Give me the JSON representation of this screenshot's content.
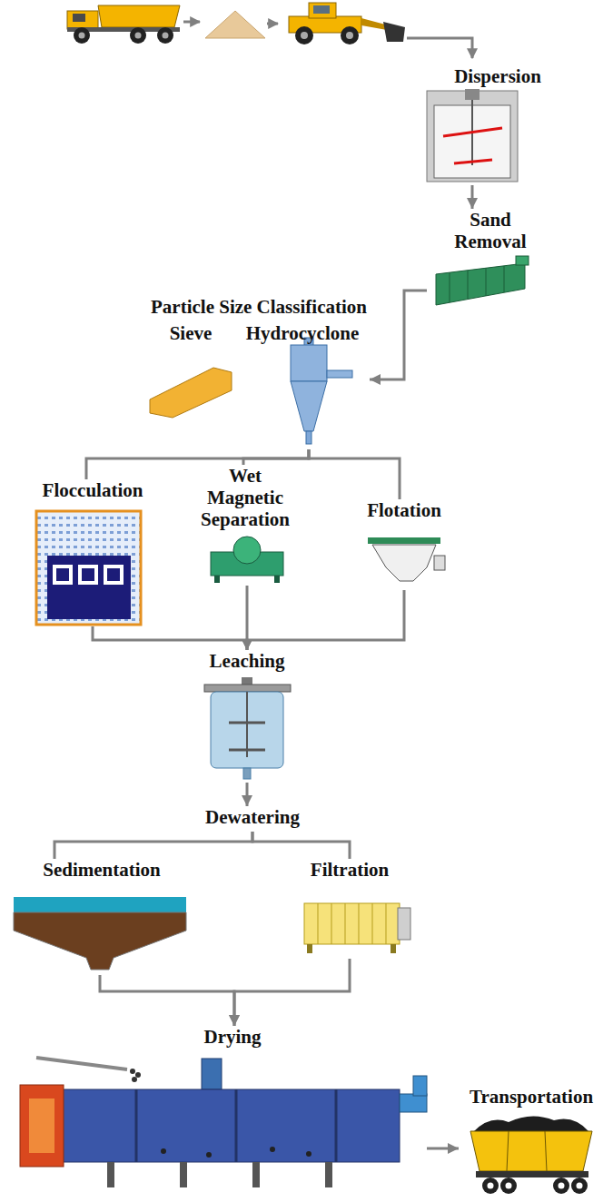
{
  "diagram": {
    "nodes": [
      {
        "text": [
          "Dispersion"
        ]
      },
      {
        "text": [
          "Sand Removal"
        ]
      },
      {
        "text": [
          "Particle Size Classification"
        ]
      },
      {
        "text": [
          "Sieve"
        ],
        "in": 2
      },
      {
        "text": [
          "Hydrocyclone"
        ],
        "in": 2
      },
      {
        "text": [
          "Flocculation"
        ]
      },
      {
        "text": [
          "Wet Magnetic Separation"
        ]
      },
      {
        "text": [
          "Flotation"
        ]
      },
      {
        "text": [
          "Leaching"
        ]
      },
      {
        "text": [
          "Dewatering"
        ]
      },
      {
        "text": [
          "Sedimentation"
        ]
      },
      {
        "text": [
          "Filtration"
        ]
      },
      {
        "text": [
          "Drying"
        ]
      },
      {
        "text": [
          "Transportation"
        ]
      }
    ],
    "edges": [
      {
        "from": 0,
        "to": 1,
        "arrow": "to"
      },
      {
        "from": 1,
        "to": 4,
        "arrow": "to"
      },
      {
        "from": 4,
        "to": 5,
        "arrow": "none"
      },
      {
        "from": 4,
        "to": 6,
        "arrow": "none"
      },
      {
        "from": 4,
        "to": 7,
        "arrow": "none"
      },
      {
        "from": 5,
        "to": 8,
        "arrow": "to"
      },
      {
        "from": 6,
        "to": 8,
        "arrow": "to"
      },
      {
        "from": 7,
        "to": 8,
        "arrow": "to"
      },
      {
        "from": 8,
        "to": 9,
        "arrow": "to"
      },
      {
        "from": 9,
        "to": 10,
        "arrow": "none"
      },
      {
        "from": 9,
        "to": 11,
        "arrow": "none"
      },
      {
        "from": 10,
        "to": 12,
        "arrow": "to"
      },
      {
        "from": 11,
        "to": 12,
        "arrow": "to"
      },
      {
        "from": 12,
        "to": 13,
        "arrow": "to"
      }
    ]
  }
}
